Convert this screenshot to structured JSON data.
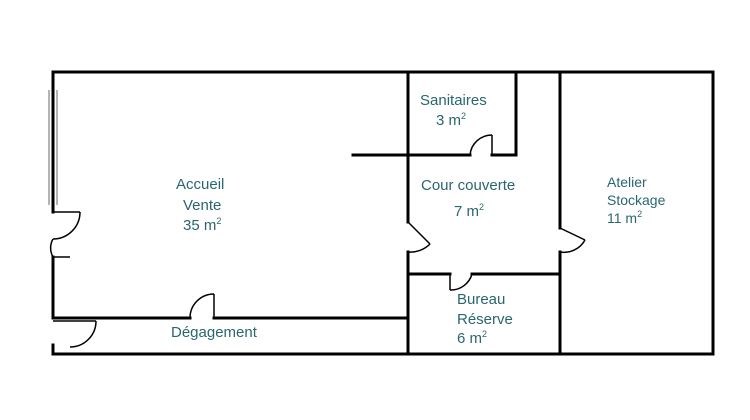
{
  "colors": {
    "walls": "#000000",
    "labels": "#2a6670"
  },
  "rooms": {
    "accueil": {
      "line1": "Accueil",
      "line2": "Vente",
      "area": "35 m",
      "unit_exp": "2"
    },
    "sanitaires": {
      "line1": "Sanitaires",
      "area": "3 m",
      "unit_exp": "2"
    },
    "cour": {
      "line1": "Cour couverte",
      "area": "7 m",
      "unit_exp": "2"
    },
    "atelier": {
      "line1": "Atelier",
      "line2": "Stockage",
      "area": "11 m",
      "unit_exp": "2"
    },
    "bureau": {
      "line1": "Bureau",
      "line2": "Réserve",
      "area": "6 m",
      "unit_exp": "2"
    },
    "degagement": {
      "line1": "Dégagement"
    }
  }
}
